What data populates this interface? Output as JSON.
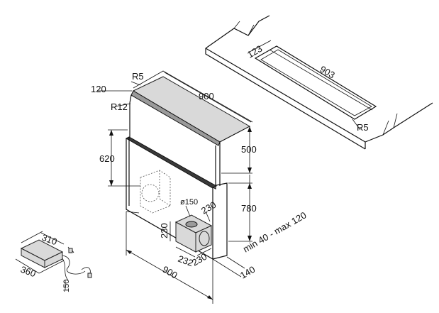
{
  "labels": {
    "top_width": "900",
    "top_depth": "120",
    "top_radius": "R5",
    "top_radius_large": "R12",
    "panel_height": "500",
    "body_height": "780",
    "left_height": "620",
    "duct_diameter": "ø150",
    "duct_width_top": "230",
    "duct_height": "230",
    "duct_bottom_a": "232",
    "duct_bottom_b": "230",
    "bottom_width": "900",
    "bottom_depth": "140",
    "gap": "min 40 - max 120",
    "cutout_width": "123",
    "cutout_length": "903",
    "cutout_radius": "R5",
    "box_width": "310",
    "box_length": "360",
    "cable_length": "150"
  }
}
